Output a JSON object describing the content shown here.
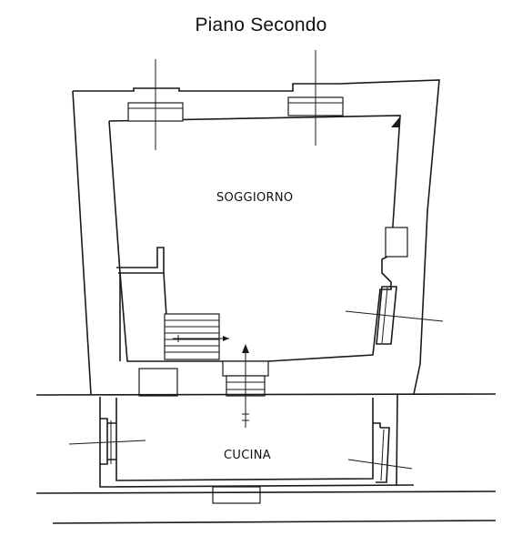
{
  "drawing": {
    "title": "Piano Secondo",
    "rooms": {
      "living": "SOGGIORNO",
      "kitchen": "CUCINA"
    }
  },
  "colors": {
    "ink": "#1a1a1a",
    "paper": "#ffffff"
  }
}
